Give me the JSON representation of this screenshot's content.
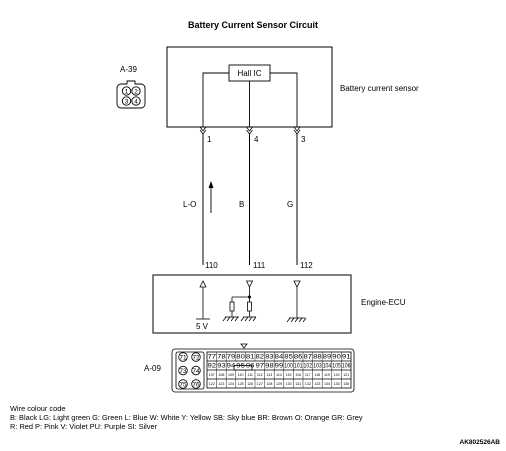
{
  "title": "Battery Current Sensor Circuit",
  "sensor": {
    "connector": "A-39",
    "connector_pins": [
      "1",
      "2",
      "3",
      "4"
    ],
    "ic_label": "Hall IC",
    "name": "Battery current sensor",
    "pins": [
      "1",
      "4",
      "3"
    ]
  },
  "wires": {
    "colors": [
      "L-O",
      "B",
      "G"
    ]
  },
  "ecu": {
    "name": "Engine-ECU",
    "pins": [
      "110",
      "111",
      "112"
    ],
    "voltage": "5 V",
    "connector": "A-09",
    "connector_left_pins": [
      "71",
      "72",
      "73",
      "74",
      "75",
      "76"
    ],
    "connector_row1": [
      "77",
      "78",
      "79",
      "80",
      "81",
      "82",
      "83",
      "84",
      "85",
      "86",
      "87",
      "88",
      "89",
      "90",
      "91"
    ],
    "connector_row2": [
      "92",
      "93",
      "94",
      "95",
      "96",
      "97",
      "98",
      "99",
      "100",
      "101",
      "102",
      "103",
      "104",
      "105",
      "106"
    ],
    "connector_row3": [
      "107",
      "108",
      "109",
      "110",
      "111",
      "112",
      "113",
      "114",
      "115",
      "116",
      "117",
      "118",
      "119",
      "120",
      "121"
    ],
    "connector_row4": [
      "122",
      "123",
      "124",
      "125",
      "126",
      "127",
      "128",
      "129",
      "130",
      "131",
      "132",
      "133",
      "134",
      "135",
      "136"
    ]
  },
  "legend": {
    "heading": "Wire colour code",
    "line1": "B: Black  LG: Light green  G: Green  L: Blue  W: White  Y: Yellow  SB: Sky blue  BR: Brown  O: Orange  GR: Grey",
    "line2": "R: Red  P: Pink  V: Violet  PU: Purple SI: Silver"
  },
  "figure_code": "AK802526AB"
}
